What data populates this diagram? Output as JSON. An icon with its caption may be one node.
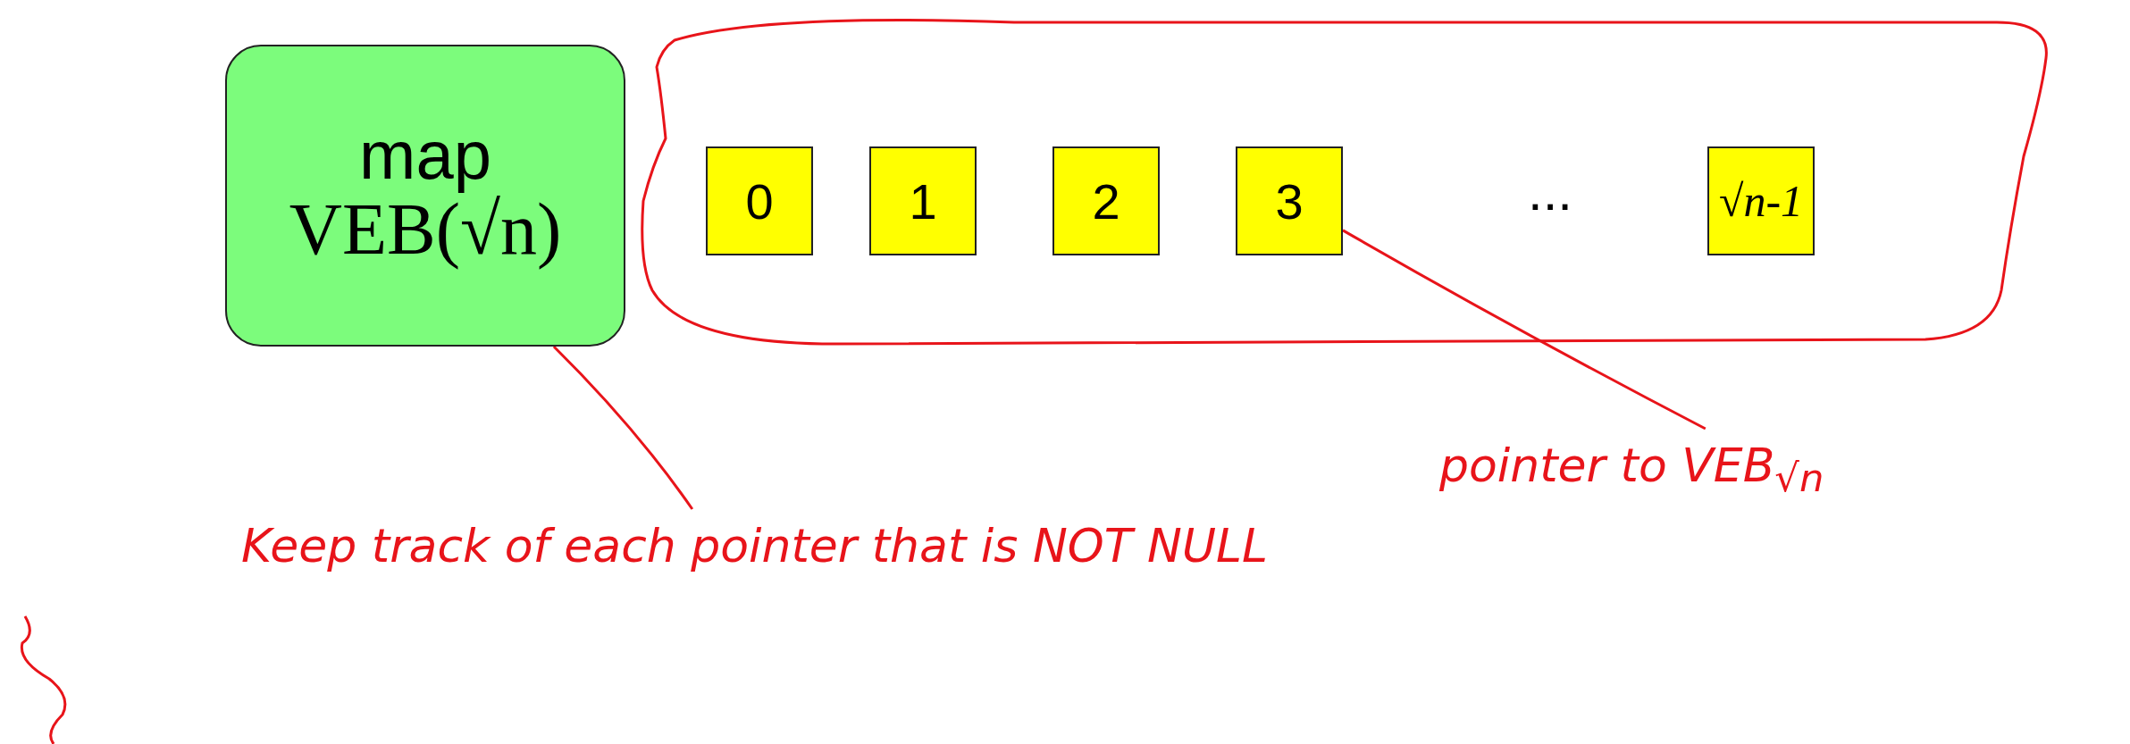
{
  "diagram": {
    "nodes": [
      {
        "text": [
          "map",
          "VEB(√n)"
        ]
      },
      {
        "text": [],
        "shape": "box"
      },
      {
        "text": [
          "0"
        ],
        "in": 1
      },
      {
        "text": [
          "1"
        ],
        "in": 1
      },
      {
        "text": [
          "2"
        ],
        "in": 1
      },
      {
        "text": [
          "3"
        ],
        "in": 1
      },
      {
        "text": [
          "√n-1"
        ],
        "in": 1
      },
      {
        "text": [
          "Keep track of each pointer that is NOT NULL"
        ]
      },
      {
        "text": [
          "pointer to VEB$_{√n}$"
        ]
      }
    ],
    "edges": [
      {
        "from": 7,
        "to": 0,
        "arrow": "none",
        "color": "#e8141a"
      },
      {
        "from": 8,
        "to": 5,
        "arrow": "none",
        "color": "#e8141a"
      }
    ],
    "labels": [
      "..."
    ]
  }
}
